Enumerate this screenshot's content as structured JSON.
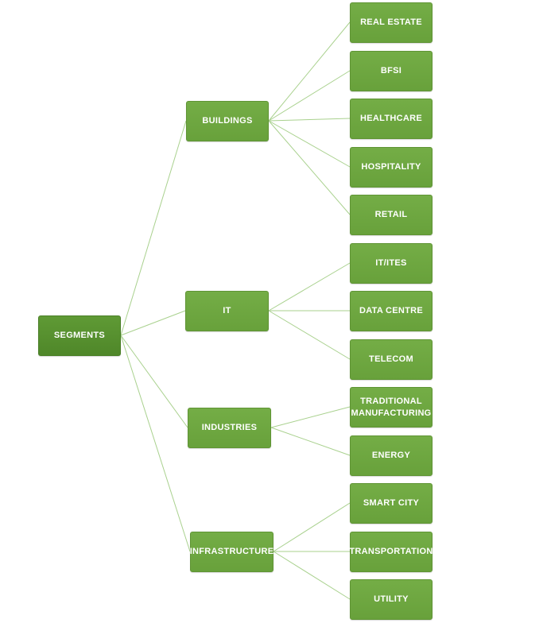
{
  "root": {
    "label": "SEGMENTS"
  },
  "segments": [
    {
      "label": "BUILDINGS",
      "children": [
        "REAL ESTATE",
        "BFSI",
        "HEALTHCARE",
        "HOSPITALITY",
        "RETAIL"
      ]
    },
    {
      "label": "IT",
      "children": [
        "IT/ITES",
        "DATA CENTRE",
        "TELECOM"
      ]
    },
    {
      "label": "INDUSTRIES",
      "children": [
        "TRADITIONAL MANUFACTURING",
        "ENERGY"
      ]
    },
    {
      "label": "INFRASTRUCTURE",
      "children": [
        "SMART CITY",
        "TRANSPORTATION",
        "UTILITY"
      ]
    }
  ],
  "colors": {
    "node": "#6aa23c",
    "root": "#558b2f",
    "connector": "#a9d18e",
    "text": "#ffffff"
  }
}
